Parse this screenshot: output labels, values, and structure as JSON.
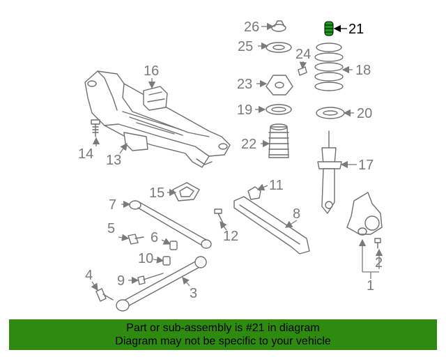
{
  "diagram": {
    "highlight_color": "#1e9a1e",
    "labels": [
      "1",
      "2",
      "3",
      "4",
      "5",
      "6",
      "7",
      "8",
      "9",
      "10",
      "11",
      "12",
      "13",
      "14",
      "15",
      "16",
      "17",
      "18",
      "19",
      "20",
      "21",
      "22",
      "23",
      "24",
      "25",
      "26"
    ],
    "highlighted_label": "21"
  },
  "banner": {
    "background": "#2e8b10",
    "line1": "Part or sub-assembly is #21 in diagram",
    "line2": "Diagram may not be specific to your vehicle"
  }
}
